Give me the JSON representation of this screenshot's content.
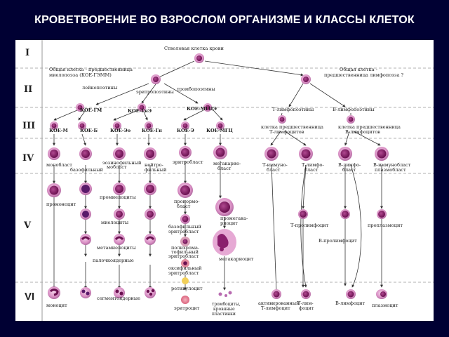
{
  "title": "КРОВЕТВОРЕНИЕ ВО ВЗРОСЛОМ ОРГАНИЗМЕ И КЛАССЫ КЛЕТОК",
  "classes": [
    "I",
    "II",
    "III",
    "IV",
    "V",
    "VI"
  ],
  "stem_cell": "Стволовая клетка крови",
  "myelo_progenitor": [
    "Общая клетка - предшественница",
    "миелопоэза (КОЕ-ГЭММ)"
  ],
  "lympho_progenitor": [
    "Общая клетка -",
    "предшественница лимфопоэза ?"
  ],
  "poietins": {
    "leukopoietins": "лейкопоэтины",
    "erythropoietins": "эритропоэтины",
    "thrombopoietins": "тромбопоэтины",
    "t_lymphopoietins": "Т-лимфопоэтины",
    "b_lymphopoietins": "В-лимфопоэтины"
  },
  "cfu_level2": [
    "КОЕ-ГМ",
    "КОЕ-ГнЭ",
    "КОЕ-МГЦЭ"
  ],
  "cfu_level3": [
    "КОЕ-М",
    "КОЕ-Б",
    "КОЕ-Эо",
    "КОЕ-Гн",
    "КОЕ-Э",
    "КОЕ-МГЦ"
  ],
  "t_precursor": [
    "клетка предшественница",
    "Т-лимфоцитов"
  ],
  "b_precursor": [
    "клетка предшественница",
    "В-лимфоцитов"
  ],
  "blasts": {
    "monoblast": "монобласт",
    "basophil_blast": "базофильный",
    "eo_blast": [
      "эозинофильный",
      "мобласт"
    ],
    "neutro_blast": [
      "нейтро-",
      "фильный"
    ],
    "erythroblast": "эритробласт",
    "megakaryoblast": [
      "мегакарио-",
      "бласт"
    ],
    "t_immunoblast": [
      "Т-иммуно-",
      "бласт"
    ],
    "t_lymphoblast": [
      "Т-лимфо-",
      "бласт"
    ],
    "b_lymphoblast": [
      "В-лимфо-",
      "бласт"
    ],
    "b_immunoblast": [
      "В-иммунобласт",
      "плазмобласт"
    ]
  },
  "class5": {
    "promonocyte": "промоноцит",
    "promyelocytes": "промиелоциты",
    "myelocytes": "миелоциты",
    "metamyelocytes": "метамиелоциты",
    "band": "палочкоядерные",
    "pronormoblast": [
      "пронормо-",
      "бласт"
    ],
    "basophilic_erythroblast": [
      "базофильный",
      "эритробласт"
    ],
    "polychromatophilic": [
      "полихрома-",
      "тофильный",
      "эритробласт"
    ],
    "oxyphilic": [
      "оксифильный",
      "эритробласт"
    ],
    "promegakaryocyte": [
      "промегака-",
      "риоцит"
    ],
    "megakaryocyte": "мегакариоцит",
    "t_prolymphocyte": "Т-пролимфоцит",
    "b_prolymphocyte": "В-пролимфоцит",
    "proplasmocyte": "проплазмоцит"
  },
  "class6": {
    "monocyte": "моноцит",
    "segmented": "сегментоядерные",
    "reticulocyte": "ретикулоцит",
    "erythrocyte": "эритроцит",
    "platelets": [
      "тромбоциты,",
      "кровяные",
      "пластинки"
    ],
    "activated_t": [
      "активированный",
      "Т-лимфоцит"
    ],
    "t_memory": [
      "Т-лим-",
      "фоцит"
    ],
    "b_lymphocyte": "В-лимфоцит",
    "plasmocyte": "плазмоцит"
  },
  "colors": {
    "background": "#000033",
    "panel": "#ffffff",
    "cell_body": "#d98fc4",
    "nucleus": "#8a1f6d",
    "erythrocyte": "#e8748a",
    "divider": "#888888"
  }
}
